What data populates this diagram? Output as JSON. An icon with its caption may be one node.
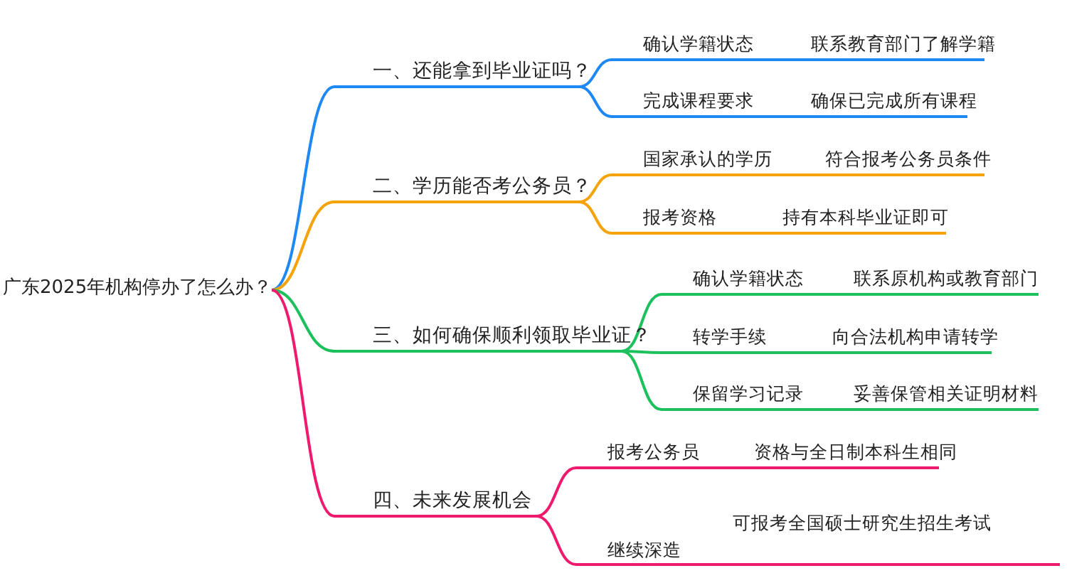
{
  "diagram": {
    "nodes": [
      {
        "text": [
          "广东2025年机构停办了怎么办？"
        ]
      },
      {
        "text": [
          "一、还能拿到毕业证吗？"
        ]
      },
      {
        "text": [
          "确认学籍状态",
          "联系教育部门了解学籍"
        ]
      },
      {
        "text": [
          "完成课程要求",
          "确保已完成所有课程"
        ]
      },
      {
        "text": [
          "二、学历能否考公务员？"
        ]
      },
      {
        "text": [
          "国家承认的学历",
          "符合报考公务员条件"
        ]
      },
      {
        "text": [
          "报考资格",
          "持有本科毕业证即可"
        ]
      },
      {
        "text": [
          "三、如何确保顺利领取毕业证？"
        ]
      },
      {
        "text": [
          "确认学籍状态",
          "联系原机构或教育部门"
        ]
      },
      {
        "text": [
          "转学手续",
          "向合法机构申请转学"
        ]
      },
      {
        "text": [
          "保留学习记录",
          "妥善保管相关证明材料"
        ]
      },
      {
        "text": [
          "四、未来发展机会"
        ]
      },
      {
        "text": [
          "报考公务员",
          "资格与全日制本科生相同"
        ]
      },
      {
        "text": [
          "继续深造",
          "可报考全国硕士研究生招生考试"
        ]
      }
    ],
    "edges": [
      {
        "from": 0,
        "to": 1,
        "arrow": "none",
        "color": "#1e88f5"
      },
      {
        "from": 1,
        "to": 2,
        "arrow": "none",
        "color": "#1e88f5"
      },
      {
        "from": 1,
        "to": 3,
        "arrow": "none",
        "color": "#1e88f5"
      },
      {
        "from": 0,
        "to": 4,
        "arrow": "none",
        "color": "#f5a30a"
      },
      {
        "from": 4,
        "to": 5,
        "arrow": "none",
        "color": "#f5a30a"
      },
      {
        "from": 4,
        "to": 6,
        "arrow": "none",
        "color": "#f5a30a"
      },
      {
        "from": 0,
        "to": 7,
        "arrow": "none",
        "color": "#1cc05c"
      },
      {
        "from": 7,
        "to": 8,
        "arrow": "none",
        "color": "#1cc05c"
      },
      {
        "from": 7,
        "to": 9,
        "arrow": "none",
        "color": "#1cc05c"
      },
      {
        "from": 7,
        "to": 10,
        "arrow": "none",
        "color": "#1cc05c"
      },
      {
        "from": 0,
        "to": 11,
        "arrow": "none",
        "color": "#ef1a6e"
      },
      {
        "from": 11,
        "to": 12,
        "arrow": "none",
        "color": "#ef1a6e"
      },
      {
        "from": 11,
        "to": 13,
        "arrow": "none",
        "color": "#ef1a6e"
      }
    ]
  }
}
